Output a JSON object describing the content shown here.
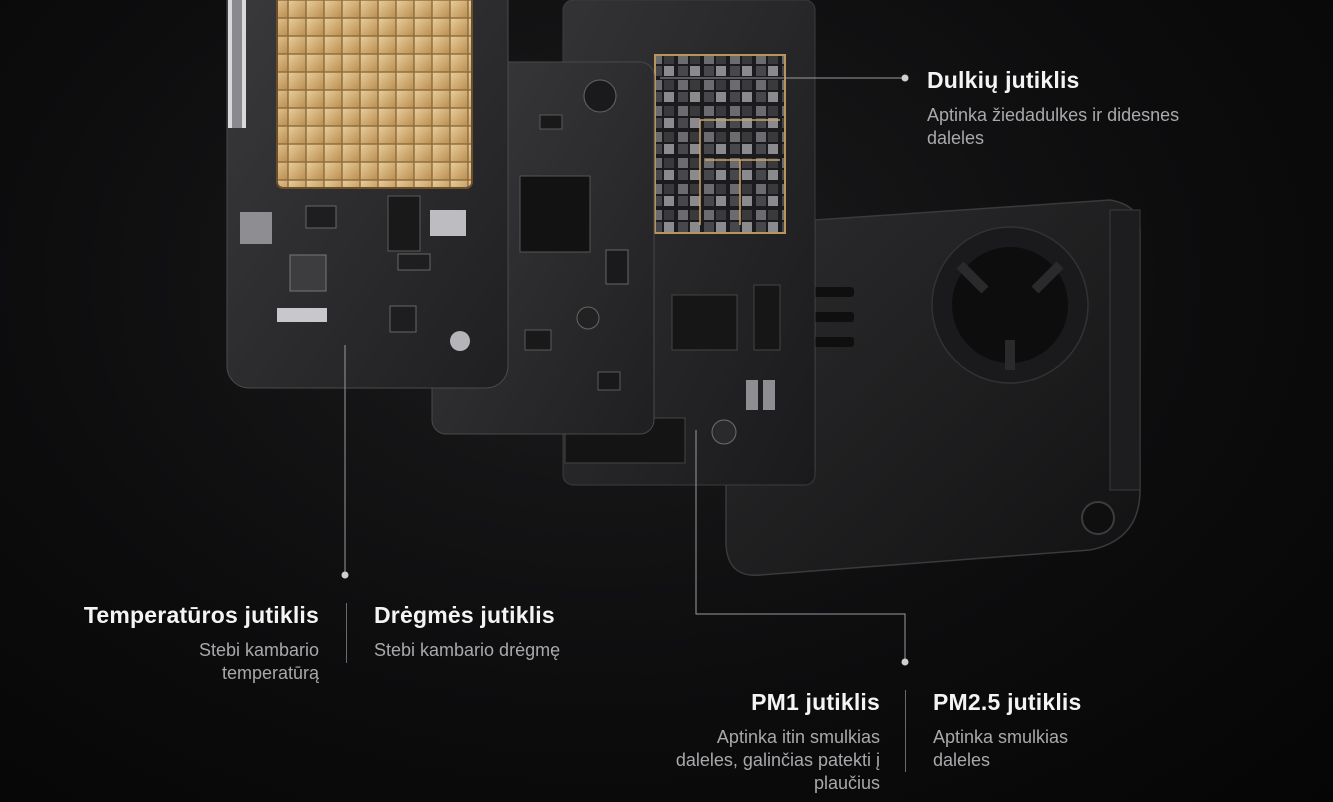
{
  "labels": {
    "dust": {
      "title": "Dulkių jutiklis",
      "desc_line1": "Aptinka žiedadulkes ir didesnes",
      "desc_line2": "daleles"
    },
    "temperature": {
      "title": "Temperatūros jutiklis",
      "desc_line1": "Stebi kambario",
      "desc_line2": "temperatūrą"
    },
    "humidity": {
      "title": "Drėgmės jutiklis",
      "desc_line1": "Stebi kambario drėgmę"
    },
    "pm1": {
      "title": "PM1 jutiklis",
      "desc_line1": "Aptinka itin smulkias",
      "desc_line2": "daleles, galinčias patekti į",
      "desc_line3": "plaučius"
    },
    "pm25": {
      "title": "PM2.5 jutiklis",
      "desc_line1": "Aptinka smulkias",
      "desc_line2": "daleles"
    }
  },
  "colors": {
    "background": "#0b0b0c",
    "title": "#f4f4f4",
    "desc": "#a9a9ad",
    "leader_line": "#9a9a9e",
    "chip_gold": "#c9a46a"
  },
  "icons": [
    "sensor-exploded-view-illustration"
  ]
}
